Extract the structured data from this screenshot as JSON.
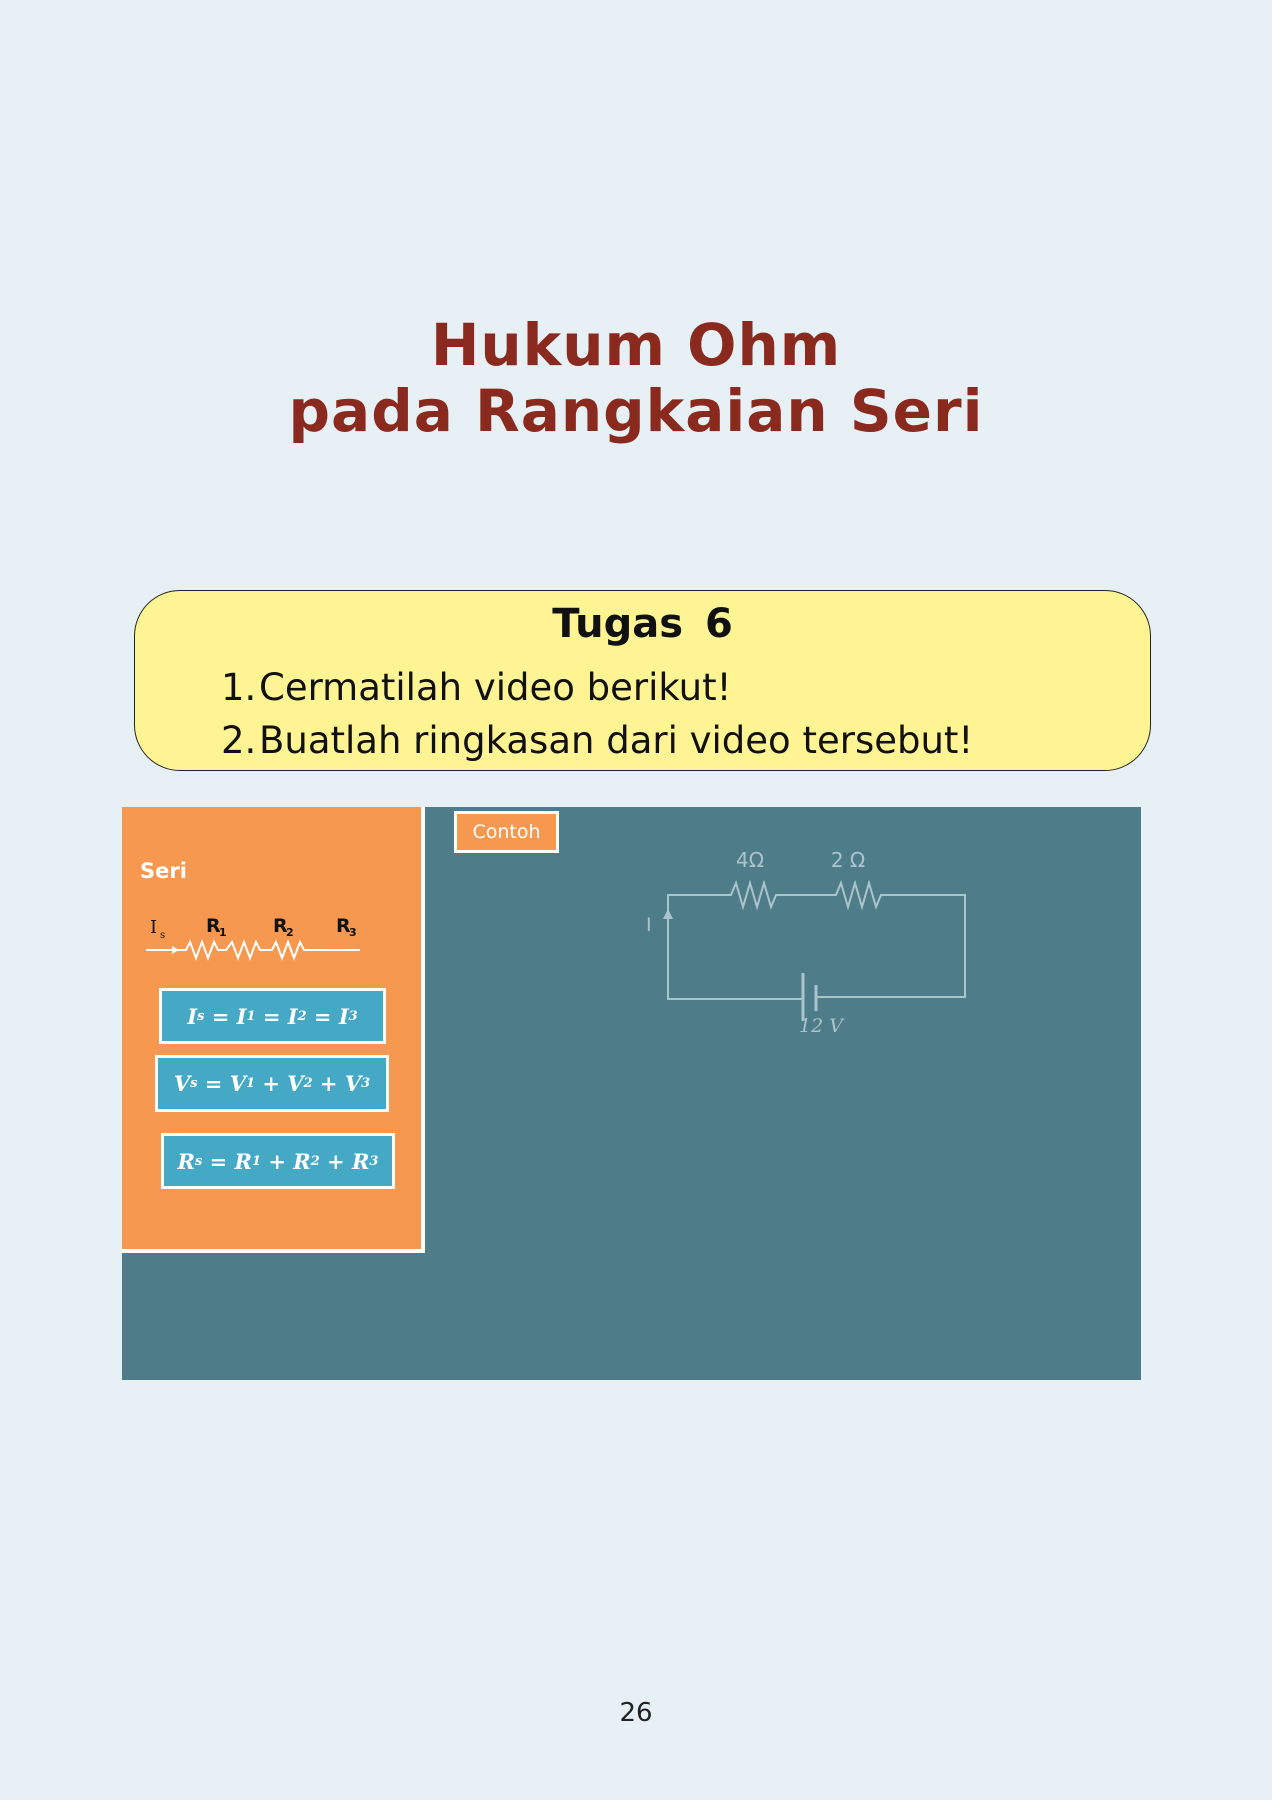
{
  "title": {
    "line1": "Hukum Ohm",
    "line2": "pada Rangkaian Seri"
  },
  "task": {
    "heading": "Tugas  6",
    "items": [
      {
        "num": "1.",
        "text": "Cermatilah video berikut!"
      },
      {
        "num": "2.",
        "text": "Buatlah ringkasan dari video tersebut!"
      }
    ]
  },
  "video": {
    "side_label": "Seri",
    "side_circuit": {
      "current": "I",
      "current_sub": "s",
      "resistors": [
        "R",
        "R",
        "R"
      ],
      "resistor_subs": [
        "1",
        "2",
        "3"
      ]
    },
    "formulas": {
      "current": {
        "lhs": "I",
        "lhs_sub": "s",
        "t1": "I",
        "s1": "1",
        "t2": "I",
        "s2": "2",
        "t3": "I",
        "s3": "3"
      },
      "voltage": {
        "lhs": "V",
        "lhs_sub": "s",
        "t1": "V",
        "s1": "1",
        "t2": "V",
        "s2": "2",
        "t3": "V",
        "s3": "3"
      },
      "resistance": {
        "lhs": "R",
        "lhs_sub": "s",
        "t1": "R",
        "s1": "1",
        "t2": "R",
        "s2": "2",
        "t3": "R",
        "s3": "3"
      }
    },
    "example_label": "Contoh",
    "example_circuit": {
      "r1": "4Ω",
      "r2": "2 Ω",
      "current": "I",
      "battery": "12 V"
    }
  },
  "page_number": "26",
  "colors": {
    "background": "#e6f0f5",
    "title": "#8a2a1f",
    "task_box": "#fff494",
    "video_bg": "#4f7c89",
    "side_panel": "#f6984f",
    "formula_box": "#45a9c6"
  }
}
